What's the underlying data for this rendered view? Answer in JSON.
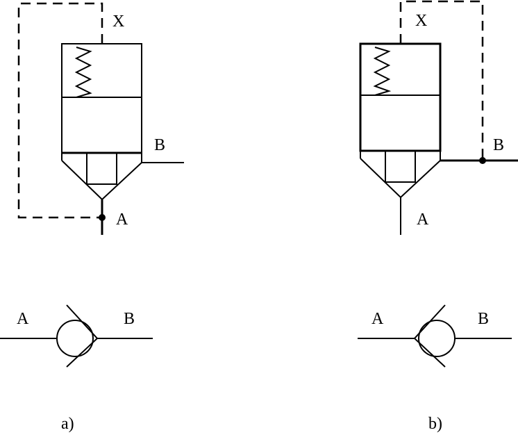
{
  "diagram_a": {
    "top_symbol": {
      "port_x": "X",
      "port_b": "B",
      "port_a": "A"
    },
    "bottom_symbol": {
      "port_a": "A",
      "port_b": "B"
    },
    "caption": "a)"
  },
  "diagram_b": {
    "top_symbol": {
      "port_x": "X",
      "port_b": "B",
      "port_a": "A"
    },
    "bottom_symbol": {
      "port_a": "A",
      "port_b": "B"
    },
    "caption": "b)"
  }
}
